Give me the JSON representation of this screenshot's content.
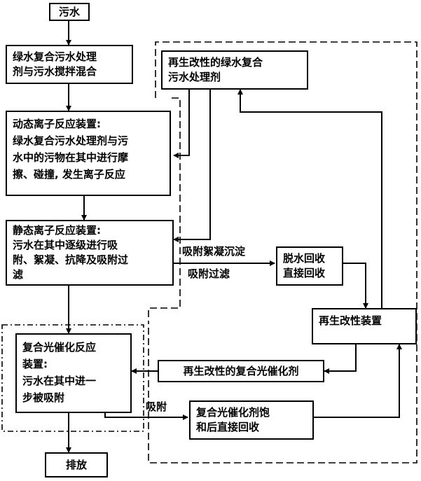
{
  "nodes": {
    "sewage": "污水",
    "mix": {
      "lines": [
        "绿水复合污水处理",
        "剂与污水搅拌混合"
      ]
    },
    "dynamic": {
      "lines": [
        "动态离子反应装置:",
        "绿水复合污水处理剂与污",
        "水中的污物在其中进行摩",
        "擦、碰撞, 发生离子反应"
      ]
    },
    "static": {
      "lines": [
        "静态离子反应装置:",
        "污水在其中逐级进行吸",
        "附、絮凝、抗降及吸附过",
        "滤"
      ]
    },
    "photo": {
      "lines": [
        "复合光催化反应",
        "装置:",
        "污水在其中进一",
        "步被吸附"
      ]
    },
    "discharge": "排放",
    "regen_agent": {
      "lines": [
        "再生改性的绿水复合",
        "污水处理剂"
      ]
    },
    "dewater": {
      "lines": [
        "脱水回收",
        "直接回收"
      ]
    },
    "regen_device": "再生改性装置",
    "regen_photo": "再生改性的复合光催化剂",
    "photo_recover": {
      "lines": [
        "复合光催化剂饱",
        "和后直接回收"
      ]
    }
  },
  "edge_labels": {
    "adsorb_floc": "吸附絮凝沉淀",
    "adsorb_filter": "吸附过滤",
    "adsorb": "吸附"
  }
}
